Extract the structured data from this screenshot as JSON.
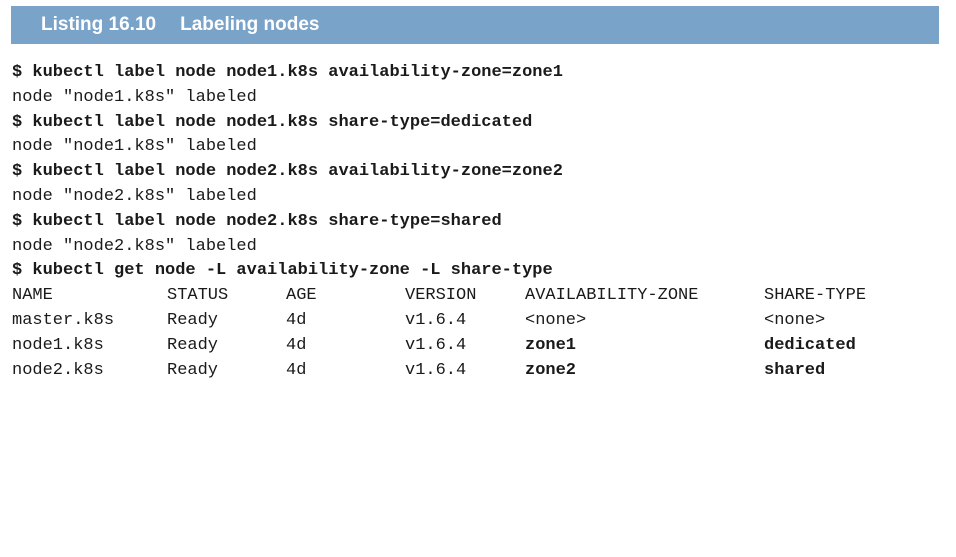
{
  "listing": {
    "number": "Listing 16.10",
    "title": "Labeling nodes"
  },
  "commands": [
    {
      "prompt": "$ kubectl label node node1.k8s availability-zone=zone1",
      "output": "node \"node1.k8s\" labeled"
    },
    {
      "prompt": "$ kubectl label node node1.k8s share-type=dedicated",
      "output": "node \"node1.k8s\" labeled"
    },
    {
      "prompt": "$ kubectl label node node2.k8s availability-zone=zone2",
      "output": "node \"node2.k8s\" labeled"
    },
    {
      "prompt": "$ kubectl label node node2.k8s share-type=shared",
      "output": "node \"node2.k8s\" labeled"
    }
  ],
  "get_command": "$ kubectl get node -L availability-zone -L share-type",
  "table": {
    "headers": [
      "NAME",
      "STATUS",
      "AGE",
      "VERSION",
      "AVAILABILITY-ZONE",
      "SHARE-TYPE"
    ],
    "rows": [
      [
        "master.k8s",
        "Ready",
        "4d",
        "v1.6.4",
        "<none>",
        "<none>"
      ],
      [
        "node1.k8s",
        "Ready",
        "4d",
        "v1.6.4",
        "zone1",
        "dedicated"
      ],
      [
        "node2.k8s",
        "Ready",
        "4d",
        "v1.6.4",
        "zone2",
        "shared"
      ]
    ]
  }
}
